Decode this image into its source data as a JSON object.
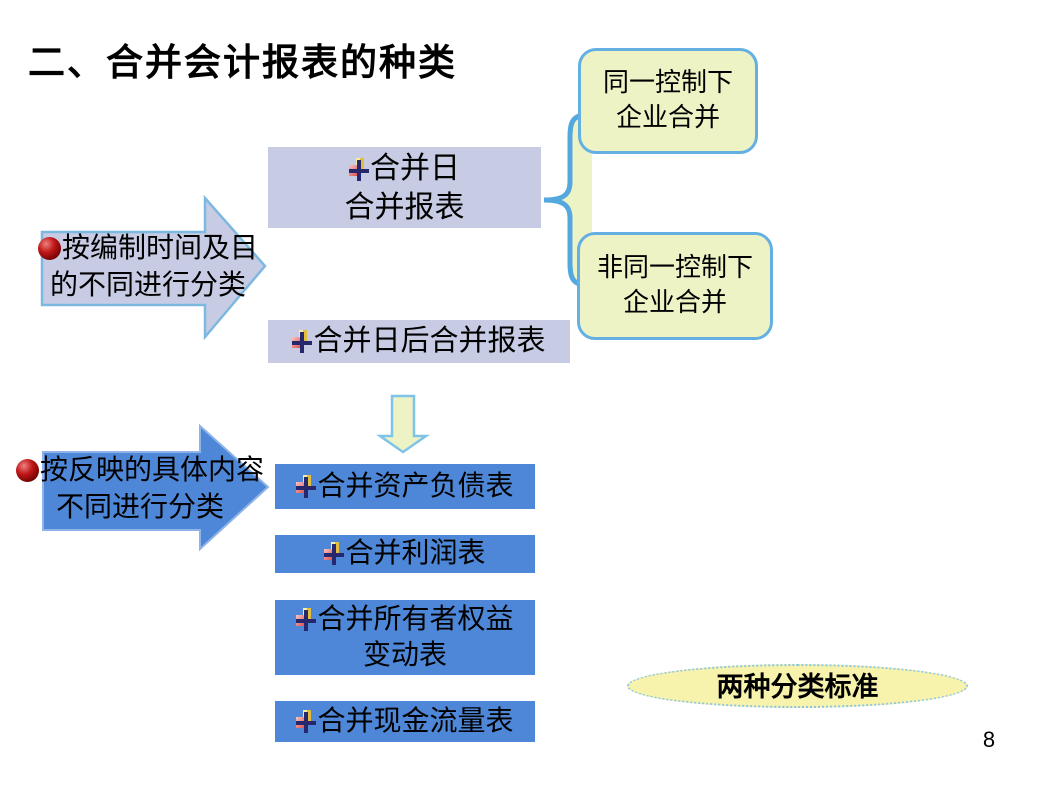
{
  "title": "二、合并会计报表的种类",
  "page_number": "8",
  "classification_by_time": {
    "arrow_label": "按编制时间及目\n的不同进行分类",
    "merge_date_box": "合并日\n合并报表",
    "after_merge_date_box": "合并日后合并报表",
    "same_control_box": "同一控制下\n企业合并",
    "non_same_control_box": "非同一控制下\n企业合并"
  },
  "classification_by_content": {
    "arrow_label": "按反映的具体内容\n不同进行分类",
    "statements": [
      {
        "label": "合并资产负债表"
      },
      {
        "label": "合并利润表"
      },
      {
        "label": "合并所有者权益\n变动表"
      },
      {
        "label": "合并现金流量表"
      }
    ]
  },
  "note_ellipse": "两种分类标准",
  "icons": {
    "bullet_plus": "plus-bullet-icon",
    "bullet_sphere": "red-sphere-bullet-icon",
    "brace": "right-facing-brace-shape",
    "arrows": [
      "right-arrow-lavender",
      "right-arrow-blue",
      "down-arrow-pale-yellow"
    ]
  },
  "colors": {
    "lavender_box": "#c7cce4",
    "lavender_arrow_border": "#7db8e0",
    "blue_box": "#4e87d7",
    "blue_arrow_border": "#8fb3e6",
    "pale_yellow": "#eef3c6",
    "round_border_blue": "#64b0e2",
    "brace_stroke_blue": "#55a8de",
    "ellipse_yellow": "#f7f2ac",
    "text": "#000000",
    "background": "#ffffff"
  }
}
